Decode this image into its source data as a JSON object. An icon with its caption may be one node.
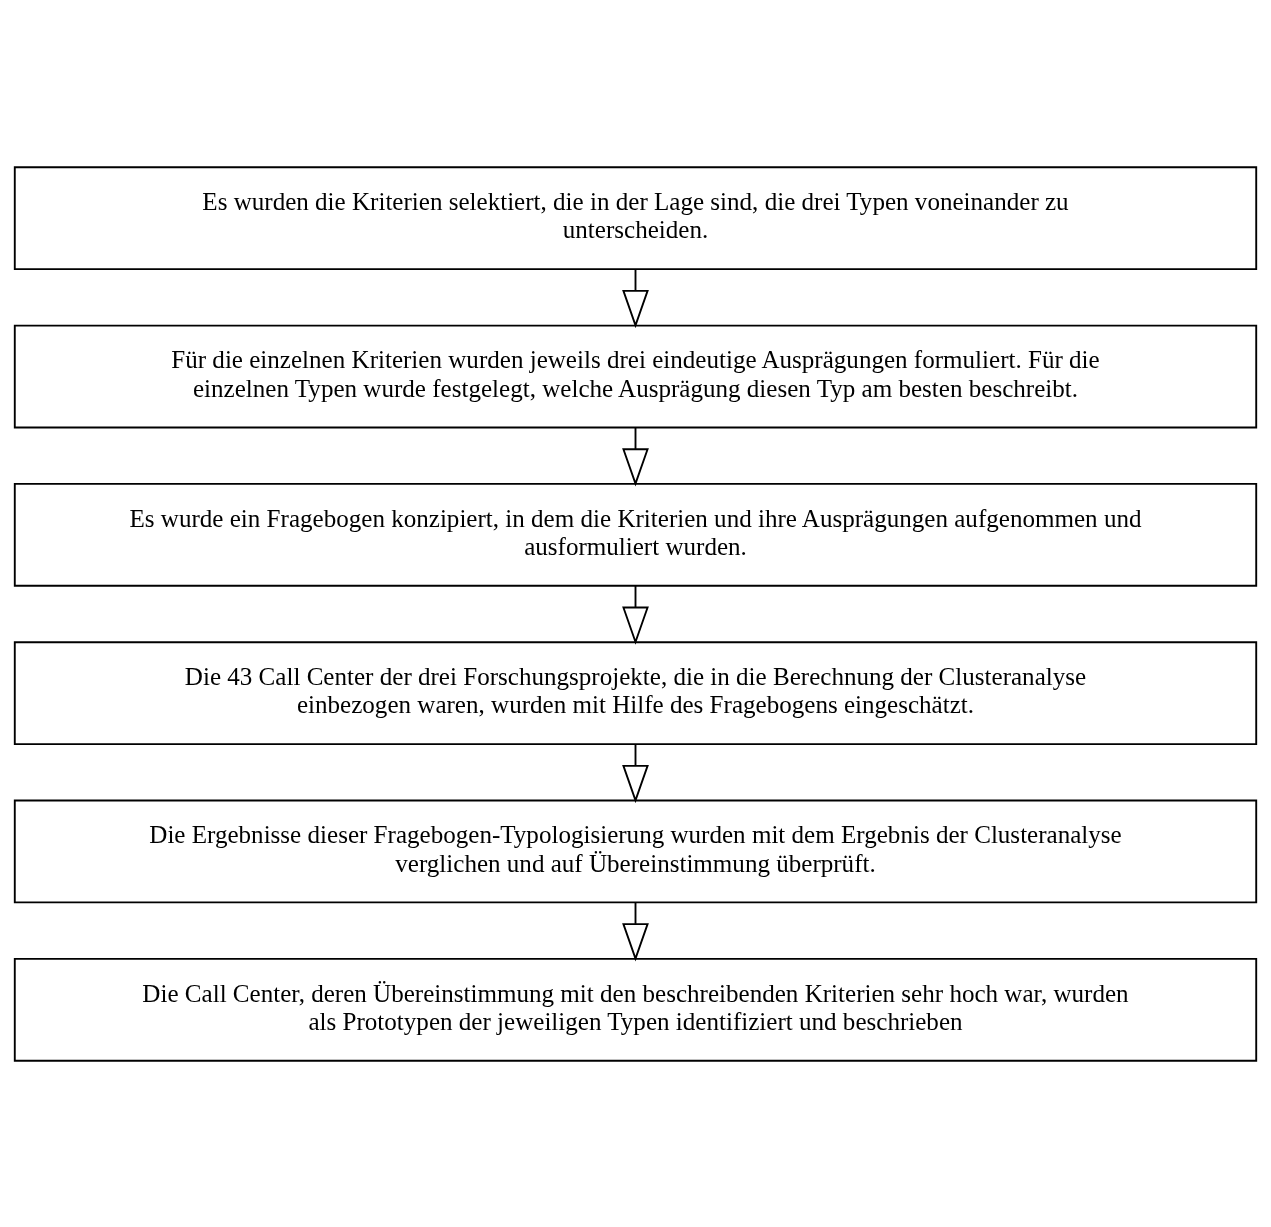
{
  "diagram": {
    "nodes": [
      {
        "text": [
          "Es wurden die Kriterien selektiert, die in der Lage sind, die drei Typen voneinander zu unterscheiden."
        ]
      },
      {
        "text": [
          "Für die einzelnen Kriterien wurden jeweils drei eindeutige Ausprägungen formuliert. Für die einzelnen Typen wurde festgelegt, welche Ausprägung diesen Typ am besten beschreibt."
        ]
      },
      {
        "text": [
          "Es wurde ein Fragebogen konzipiert, in dem die Kriterien und ihre Ausprägungen aufgenommen und ausformuliert wurden."
        ]
      },
      {
        "text": [
          "Die 43 Call Center der drei Forschungsprojekte, die in die Berechnung der Clusteranalyse einbezogen waren, wurden mit Hilfe des Fragebogens eingeschätzt."
        ]
      },
      {
        "text": [
          "Die Ergebnisse dieser Fragebogen-Typologisierung wurden mit dem Ergebnis der Clusteranalyse verglichen und auf Übereinstimmung überprüft."
        ]
      },
      {
        "text": [
          "Die Call Center, deren Übereinstimmung mit den beschreibenden Kriterien sehr hoch war, wurden als Prototypen der jeweiligen Typen identifiziert und beschrieben"
        ]
      }
    ],
    "edges": [
      {
        "from": 0,
        "to": 1,
        "arrow": "to"
      },
      {
        "from": 1,
        "to": 2,
        "arrow": "to"
      },
      {
        "from": 2,
        "to": 3,
        "arrow": "to"
      },
      {
        "from": 3,
        "to": 4,
        "arrow": "to"
      },
      {
        "from": 4,
        "to": 5,
        "arrow": "to"
      }
    ]
  }
}
